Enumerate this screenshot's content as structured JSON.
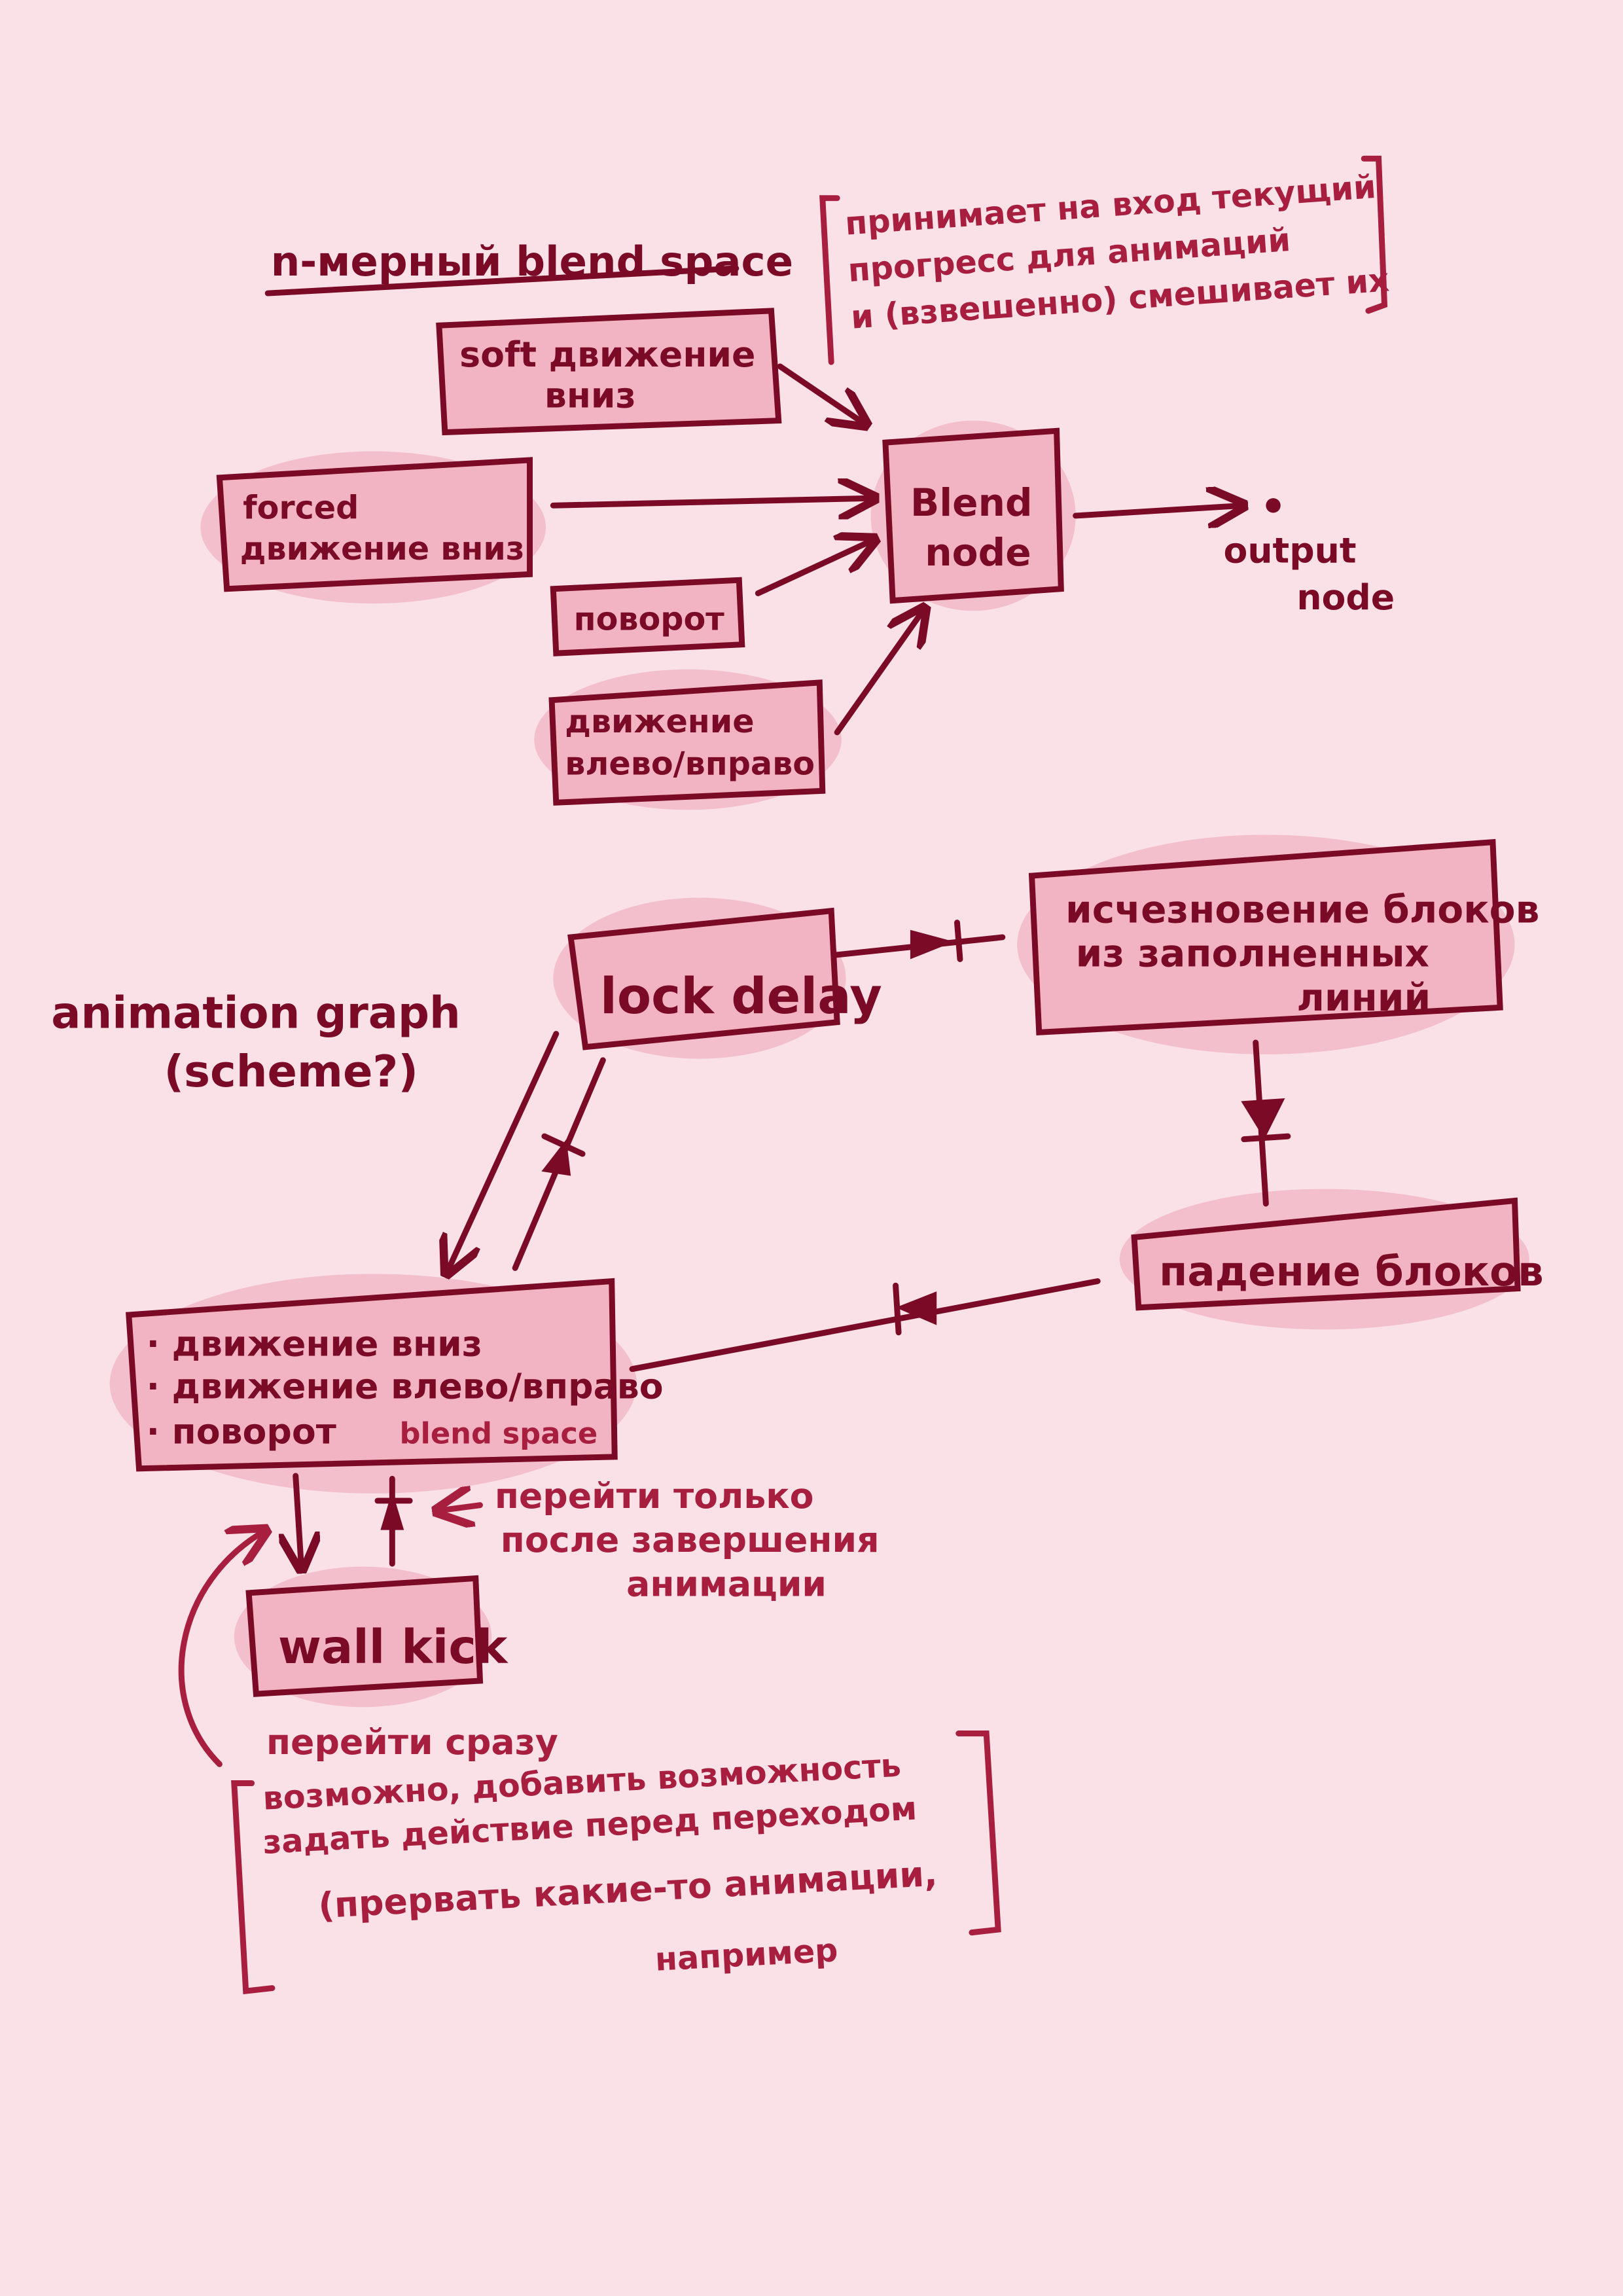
{
  "colors": {
    "background": "#f9e1e7",
    "box_fill": "#f2b3c3",
    "ink": "#7a0a26",
    "note_ink": "#a81e3f"
  },
  "blend_space": {
    "title": "n-мерный blend space",
    "note": [
      "принимает на вход текущий",
      "прогресс для анимаций",
      "и (взвешенно) смешивает их"
    ],
    "inputs": [
      {
        "lines": [
          "soft движение",
          "вниз"
        ]
      },
      {
        "lines": [
          "forced",
          "движение вниз"
        ]
      },
      {
        "lines": [
          "поворот"
        ]
      },
      {
        "lines": [
          "движение",
          "влево/вправо"
        ]
      }
    ],
    "blend_node": [
      "Blend",
      "node"
    ],
    "output_node": [
      "output",
      "node"
    ]
  },
  "animation_graph": {
    "title": [
      "animation graph",
      "(scheme?)"
    ],
    "lock_delay": "lock delay",
    "clear_lines": [
      "исчезновение блоков",
      "из заполненных",
      "линий"
    ],
    "fall_blocks": "падение блоков",
    "main_state": {
      "items": [
        "· движение вниз",
        "· движение влево/вправо",
        "· поворот"
      ],
      "tag": "blend space"
    },
    "wall_kick": "wall kick",
    "note_after": [
      "перейти только",
      "после завершения",
      "анимации"
    ],
    "note_immediate": "перейти сразу",
    "note_bracket": [
      "возможно, добавить возможность",
      "задать действие перед переходом",
      "(прервать какие-то анимации,",
      "например"
    ]
  }
}
